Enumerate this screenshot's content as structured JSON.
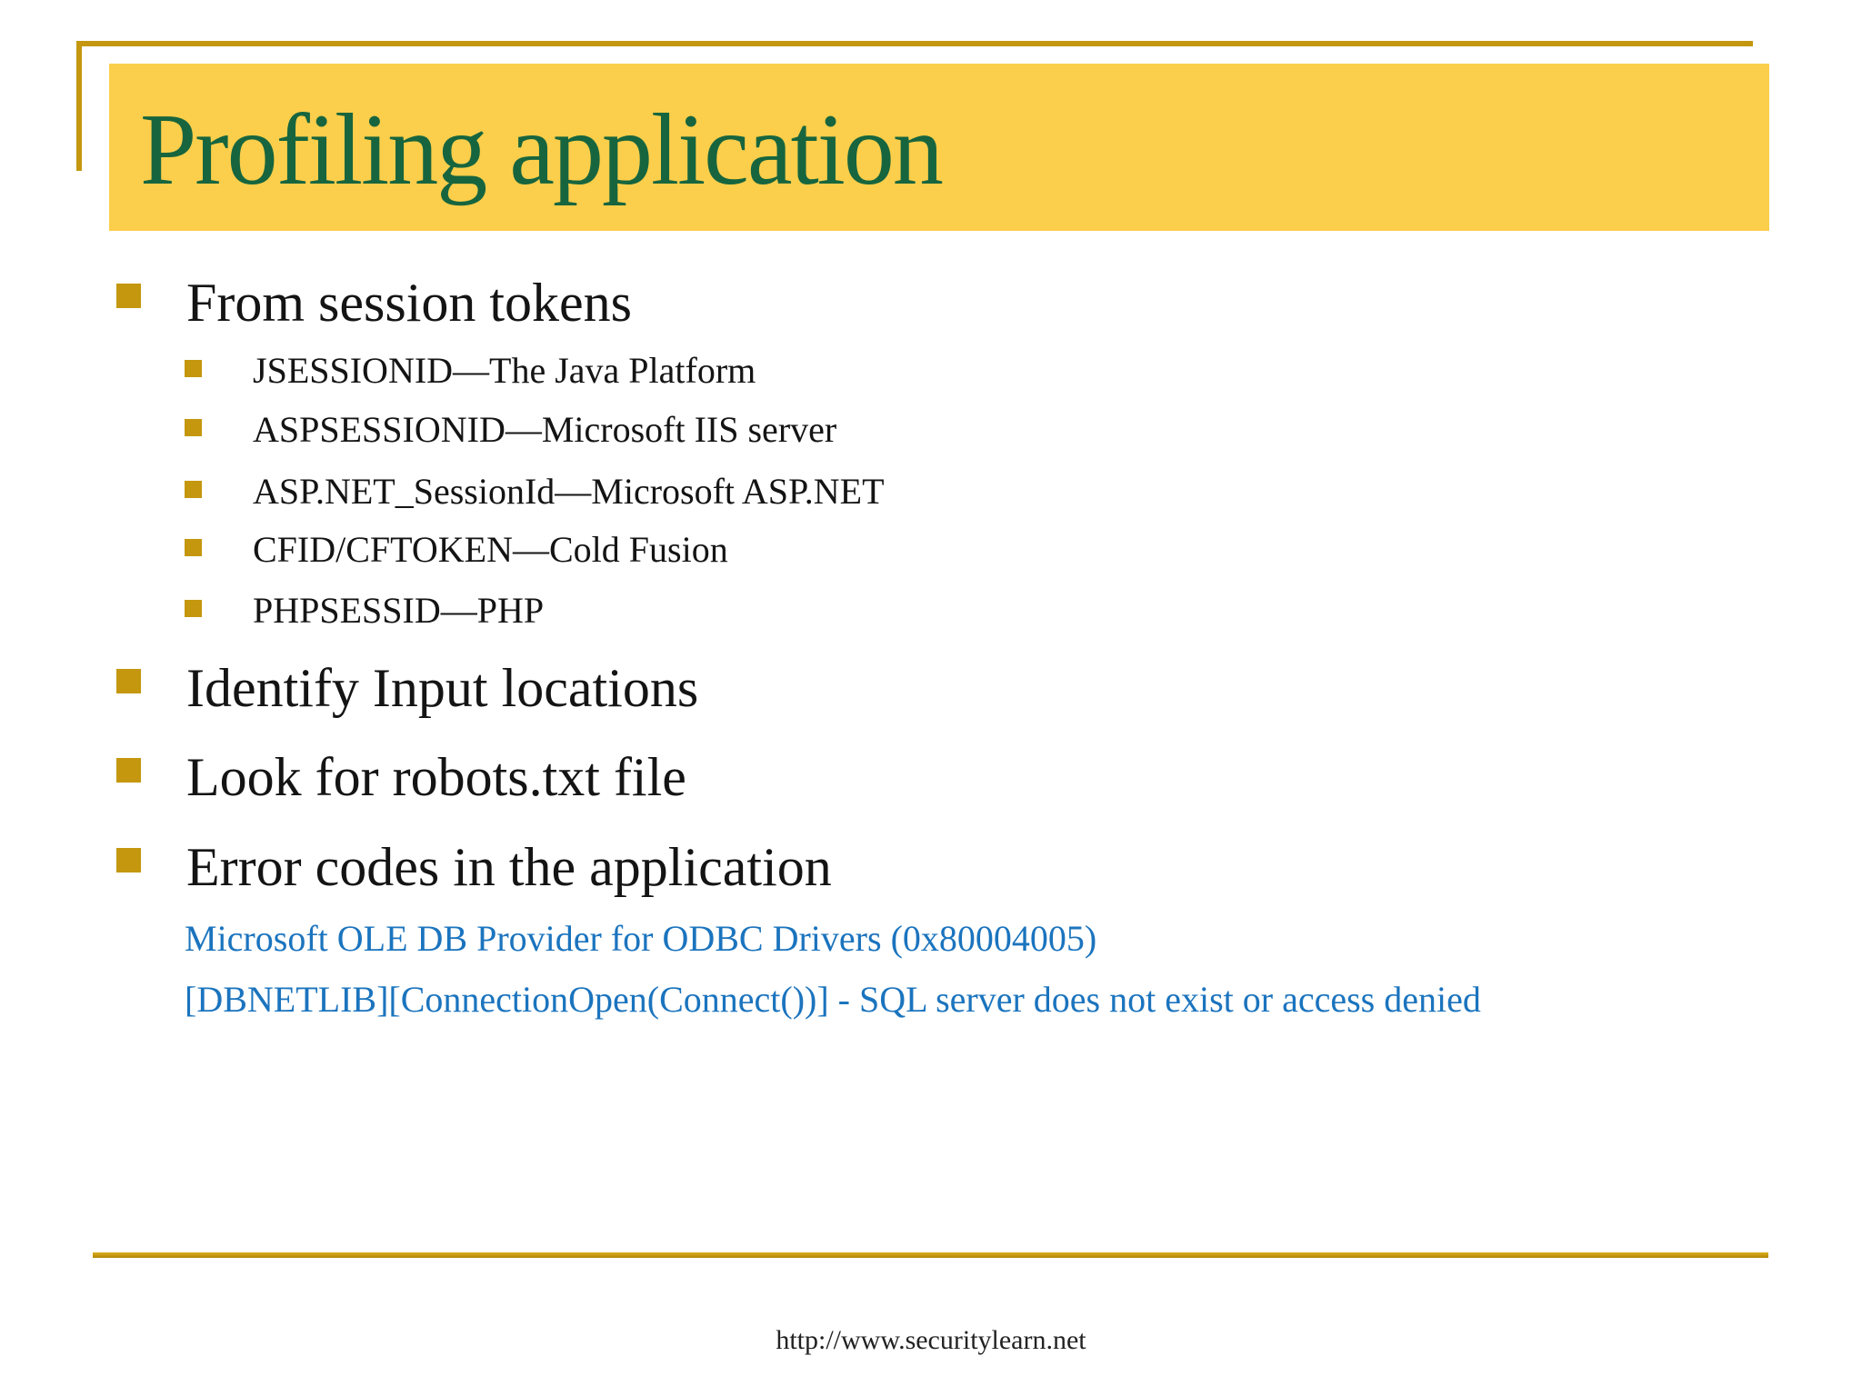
{
  "title": "Profiling application",
  "bullets": {
    "level1": [
      {
        "text": "From session tokens"
      },
      {
        "text": "Identify Input locations"
      },
      {
        "text": "Look for robots.txt file"
      },
      {
        "text": "Error codes in the application"
      }
    ],
    "level2": [
      {
        "text": "JSESSIONID—The Java Platform"
      },
      {
        "text": "ASPSESSIONID—Microsoft IIS server"
      },
      {
        "text": "ASP.NET_SessionId—Microsoft ASP.NET"
      },
      {
        "text": "CFID/CFTOKEN—Cold Fusion"
      },
      {
        "text": "PHPSESSID—PHP"
      }
    ],
    "error_examples": [
      {
        "text": "Microsoft OLE DB Provider for ODBC Drivers (0x80004005)"
      },
      {
        "text": "[DBNETLIB][ConnectionOpen(Connect())] - SQL server does not exist or access denied"
      }
    ]
  },
  "footer": {
    "url": "http://www.securitylearn.net"
  },
  "colors": {
    "banner_background": "#FBCE4B",
    "title_text": "#17653E",
    "accent_gold": "#C4970E",
    "error_text": "#1B74BE",
    "body_text": "#141414"
  }
}
